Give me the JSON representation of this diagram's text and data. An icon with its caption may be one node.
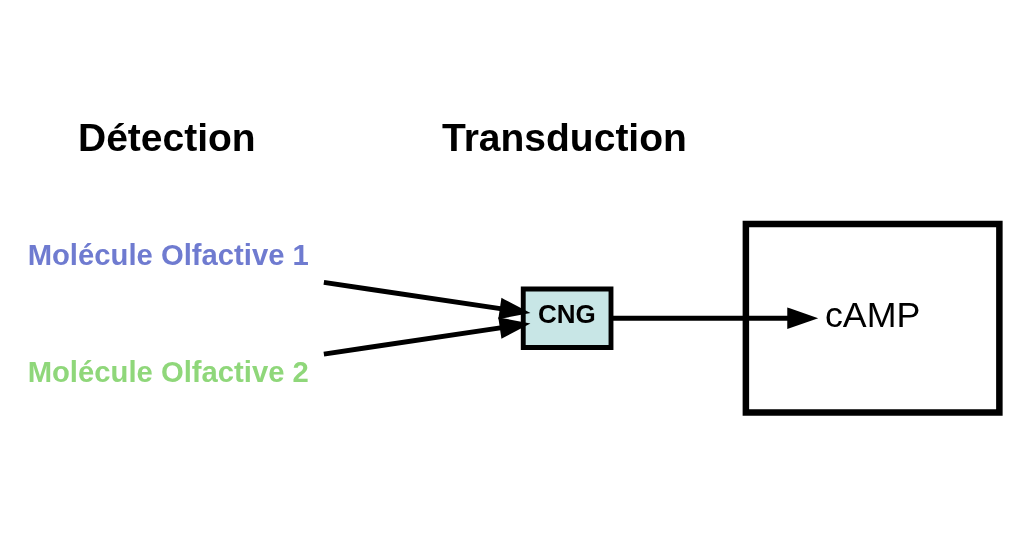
{
  "diagram": {
    "nodes": [
      {
        "text": [
          "Molécule Olfactive 1"
        ]
      },
      {
        "text": [
          "Molécule Olfactive 2"
        ]
      },
      {
        "text": [
          "CNG"
        ]
      },
      {
        "text": [],
        "shape": "box"
      },
      {
        "text": [
          "cAMP"
        ],
        "in": 3
      }
    ],
    "edges": [
      {
        "from": 0,
        "to": 2,
        "arrow": "to"
      },
      {
        "from": 1,
        "to": 2,
        "arrow": "to"
      },
      {
        "from": 2,
        "to": 4,
        "arrow": "to"
      }
    ],
    "labels": [
      "Détection",
      "Transduction"
    ]
  }
}
